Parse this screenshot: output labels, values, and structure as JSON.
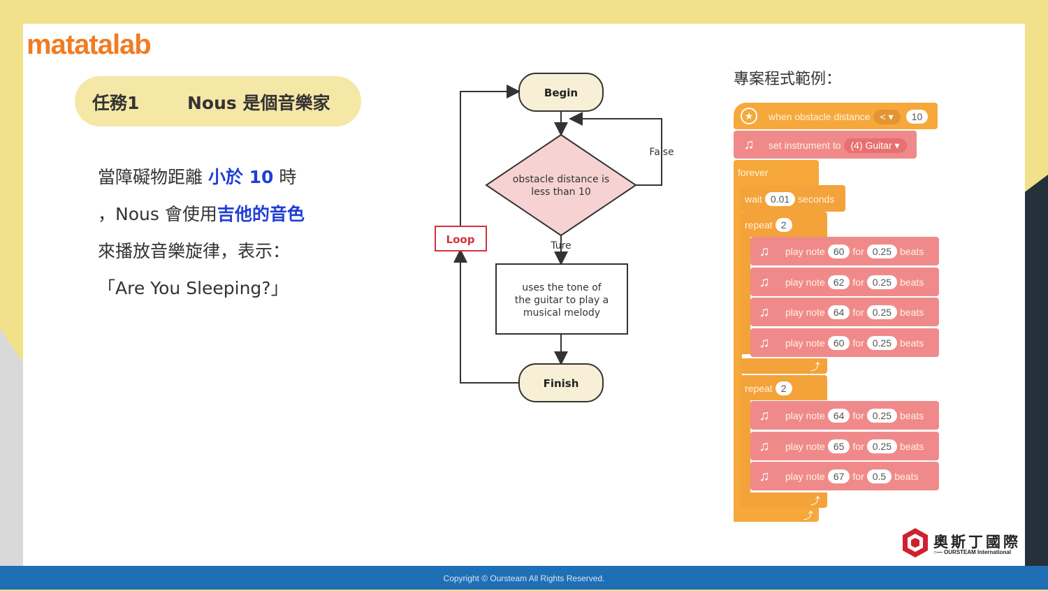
{
  "brand": {
    "logo_text": "matatalab",
    "partner_name": "奧斯丁國際",
    "partner_sub": "○— OURSTEAM International"
  },
  "task": {
    "number": "任務1",
    "title": "Nous 是個音樂家"
  },
  "description": {
    "line1_a": "當障礙物距離 ",
    "line1_b": "小於 10",
    "line1_c": " 時",
    "line2_a": "，Nous 會使用",
    "line2_b": "吉他的音色",
    "line3": "來播放音樂旋律，表示：",
    "line4": "「Are You Sleeping?」"
  },
  "flowchart": {
    "begin": "Begin",
    "decision_l1": "obstacle distance is",
    "decision_l2": "less than 10",
    "false_label": "False",
    "true_label": "Ture",
    "loop": "Loop",
    "action_l1": "uses the tone of",
    "action_l2": "the guitar to play a",
    "action_l3": "musical melody",
    "finish": "Finish"
  },
  "code_title": "專案程式範例：",
  "code": {
    "hat": {
      "text": "when obstacle distance",
      "op": "<",
      "value": "10"
    },
    "instrument": {
      "text": "set instrument to",
      "value": "(4) Guitar"
    },
    "forever": "forever",
    "wait": {
      "text": "wait",
      "value": "0.01",
      "unit": "seconds"
    },
    "repeat1": {
      "text": "repeat",
      "value": "2"
    },
    "notes1": [
      {
        "note": "60",
        "beats": "0.25"
      },
      {
        "note": "62",
        "beats": "0.25"
      },
      {
        "note": "64",
        "beats": "0.25"
      },
      {
        "note": "60",
        "beats": "0.25"
      }
    ],
    "repeat2": {
      "text": "repeat",
      "value": "2"
    },
    "notes2": [
      {
        "note": "64",
        "beats": "0.25"
      },
      {
        "note": "65",
        "beats": "0.25"
      },
      {
        "note": "67",
        "beats": "0.5"
      }
    ],
    "play_label": "play note",
    "for_label": "for",
    "beats_label": "beats"
  },
  "footer": "Copyright © Oursteam All Rights Reserved."
}
